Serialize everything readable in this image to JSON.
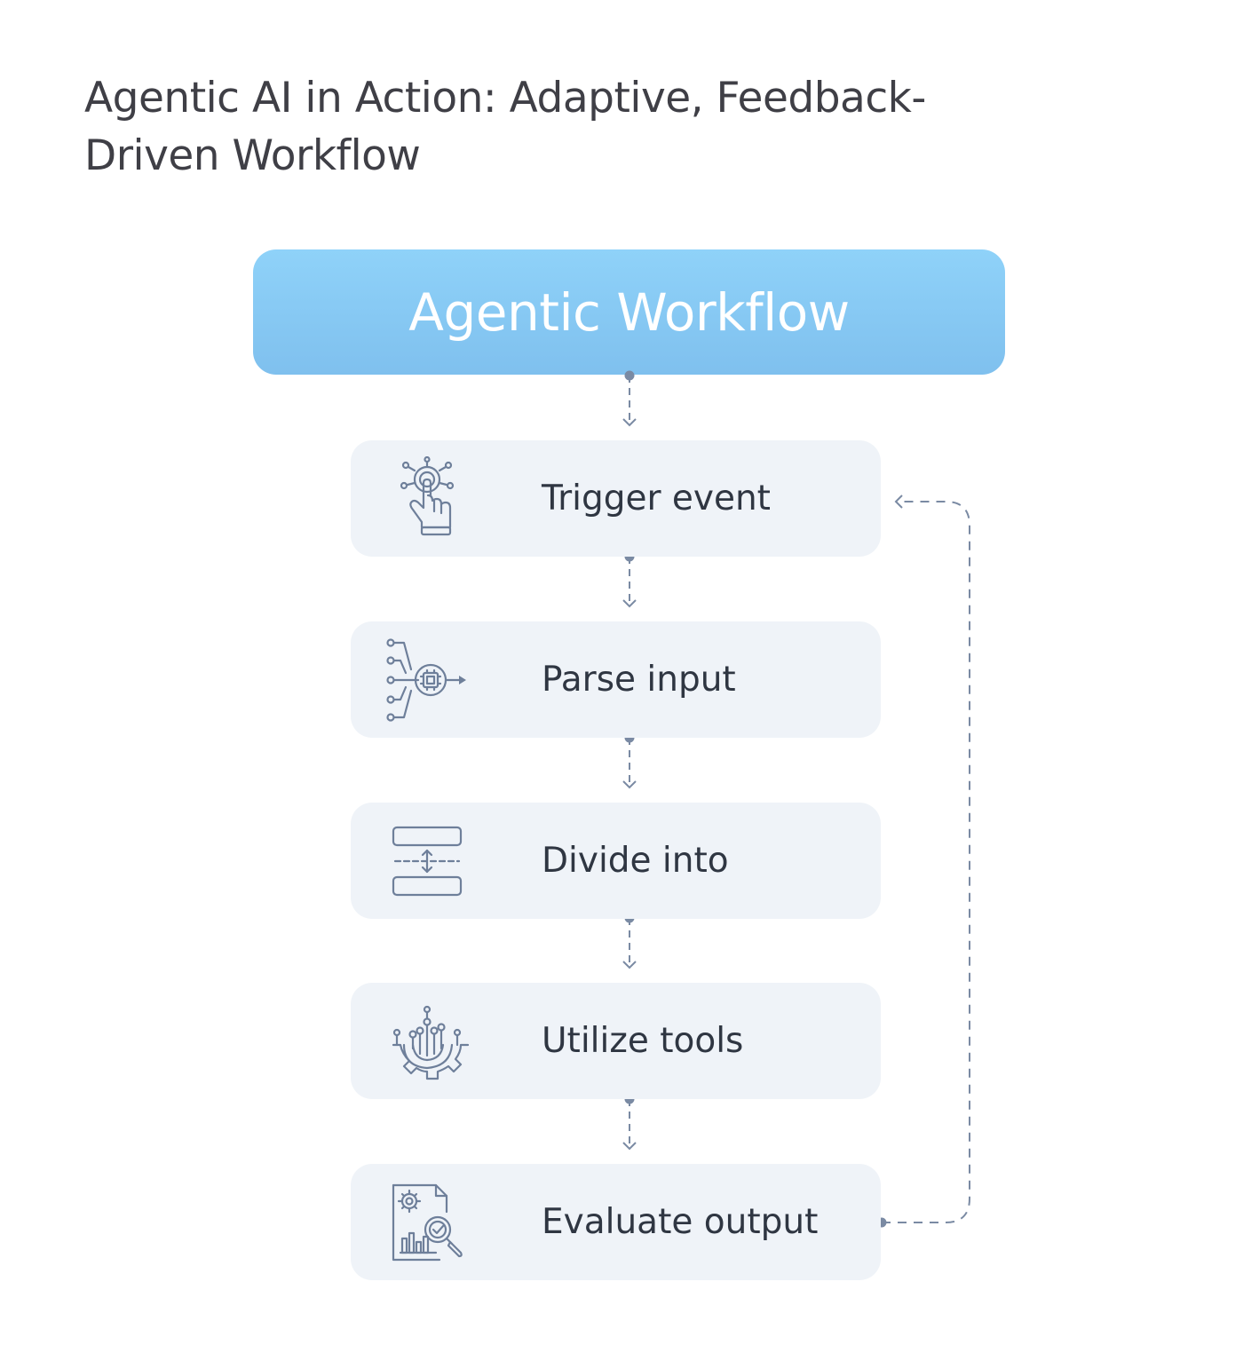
{
  "title": "Agentic AI in Action: Adaptive, Feedback-Driven Workflow",
  "header": {
    "label": "Agentic Workflow"
  },
  "steps": [
    {
      "label": "Trigger event",
      "icon": "touch-hand-icon"
    },
    {
      "label": "Parse input",
      "icon": "processor-input-icon"
    },
    {
      "label": "Divide into",
      "icon": "split-blocks-icon"
    },
    {
      "label": "Utilize tools",
      "icon": "gear-tools-icon"
    },
    {
      "label": "Evaluate output",
      "icon": "report-analysis-icon"
    }
  ],
  "colors": {
    "header_gradient_top": "#8fd2f9",
    "header_gradient_bottom": "#7fc0ee",
    "step_background": "#eff3f8",
    "connector": "#7a8aa3",
    "icon_stroke": "#6e7f9a"
  }
}
